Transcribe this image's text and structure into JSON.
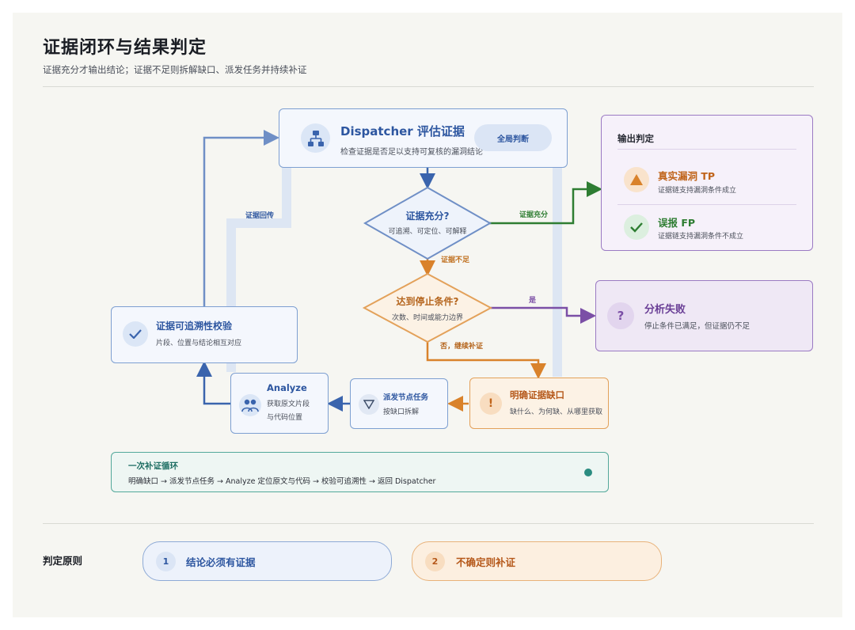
{
  "header": {
    "title": "证据闭环与结果判定",
    "subtitle": "证据充分才输出结论；证据不足则拆解缺口、派发任务并持续补证"
  },
  "dispatcher": {
    "title": "Dispatcher 评估证据",
    "desc": "检查证据是否足以支持可复核的漏洞结论",
    "badge": "全局判断"
  },
  "decision_sufficient": {
    "title": "证据充分?",
    "desc": "可追溯、可定位、可解释"
  },
  "decision_stop": {
    "title": "达到停止条件?",
    "desc": "次数、时间或能力边界"
  },
  "output": {
    "title": "输出判定",
    "tp_title": "真实漏洞 TP",
    "tp_desc": "证据链支持漏洞条件成立",
    "fp_title": "误报 FP",
    "fp_desc": "证据链支持漏洞条件不成立"
  },
  "failure": {
    "title": "分析失败",
    "desc": "停止条件已满足，但证据仍不足",
    "icon": "?"
  },
  "gap": {
    "title": "明确证据缺口",
    "desc": "缺什么、为何缺、从哪里获取",
    "icon": "!"
  },
  "dispatch_task": {
    "title": "派发节点任务",
    "desc": "按缺口拆解"
  },
  "analyze": {
    "title": "Analyze",
    "desc_line1": "获取原文片段",
    "desc_line2": "与代码位置"
  },
  "trace_check": {
    "title": "证据可追溯性校验",
    "desc": "片段、位置与结论相互对应"
  },
  "edges": {
    "sufficient": "证据充分",
    "insufficient": "证据不足",
    "yes": "是",
    "no_continue": "否，继续补证",
    "callback": "证据回传"
  },
  "loop": {
    "title": "一次补证循环",
    "desc": "明确缺口 → 派发节点任务 → Analyze 定位原文与代码 → 校验可追溯性 → 返回 Dispatcher"
  },
  "principles": {
    "label": "判定原则",
    "p1_num": "1",
    "p1": "结论必须有证据",
    "p2_num": "2",
    "p2": "不确定则补证"
  },
  "colors": {
    "blue": "#3a64ad",
    "green": "#2e7d32",
    "orange": "#d9822b",
    "purple": "#7b4fa6",
    "teal": "#2b8c80"
  }
}
